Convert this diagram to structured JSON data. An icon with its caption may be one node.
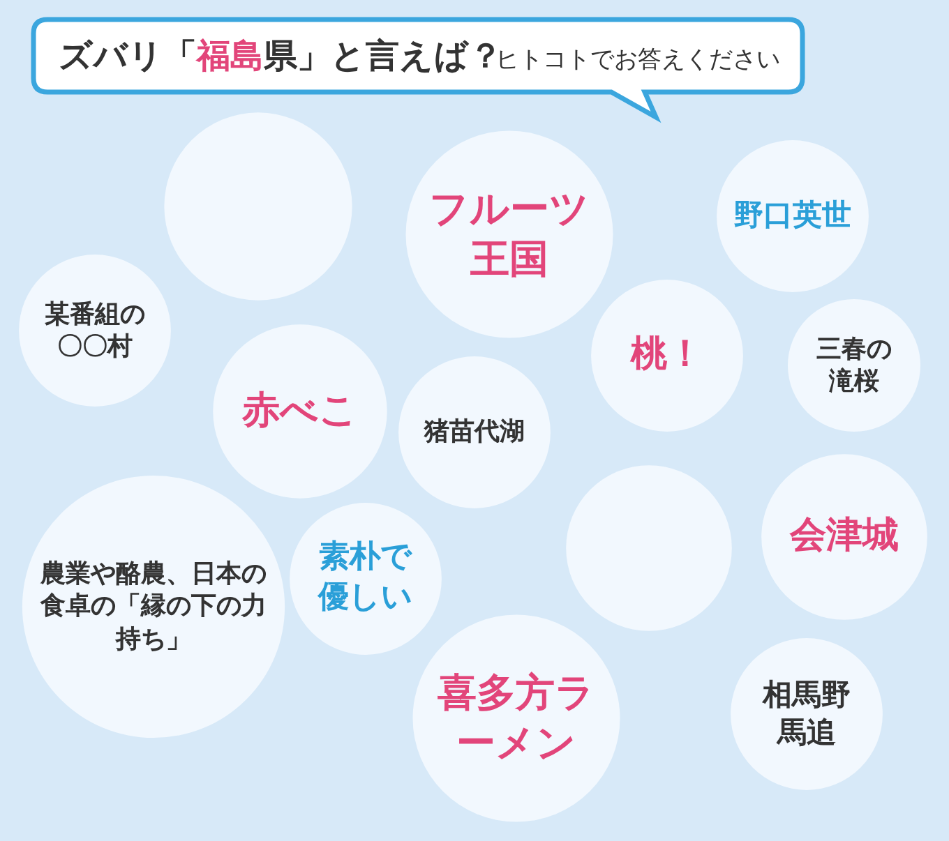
{
  "diagram": {
    "title": "ズバリ「**福島**県」と言えば？",
    "labels": [
      "ヒトコトでお答えください"
    ],
    "nodes": [
      {
        "text": [],
        "shape": "circle"
      },
      {
        "text": [
          "フルーツ王国"
        ]
      },
      {
        "text": [
          "野口英世"
        ]
      },
      {
        "text": [
          "某番組の〇〇村"
        ]
      },
      {
        "text": [
          "桃！"
        ]
      },
      {
        "text": [
          "三春の滝桜"
        ]
      },
      {
        "text": [
          "赤べこ"
        ]
      },
      {
        "text": [
          "猪苗代湖"
        ]
      },
      {
        "text": [
          "農業や酪農、日本の食卓の「縁の下の力持ち」"
        ]
      },
      {
        "text": [
          "素朴で優しい"
        ]
      },
      {
        "text": [],
        "shape": "circle"
      },
      {
        "text": [
          "会津城"
        ]
      },
      {
        "text": [
          "喜多方ラーメン"
        ]
      },
      {
        "text": [
          "相馬野馬追"
        ]
      }
    ]
  }
}
